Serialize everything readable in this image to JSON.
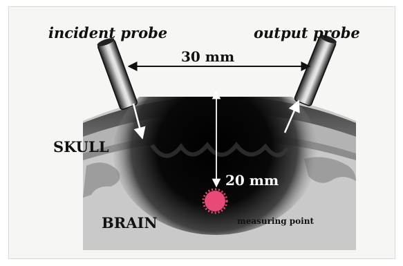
{
  "labels": {
    "incident_probe": "incident probe",
    "output_probe": "output probe",
    "width_distance": "30 mm",
    "depth_distance": "20 mm",
    "skull": "SKULL",
    "brain": "BRAIN",
    "measuring_point": "measuring point"
  },
  "colors": {
    "background": "#f6f6f4",
    "panel": "#c4c4c4",
    "brain": "#cfcfcf",
    "skull": "#8a8a8a",
    "dark_region": "#0a0a0a",
    "measuring_point": "#e84a78",
    "text_dark": "#111111",
    "text_light": "#ffffff"
  }
}
